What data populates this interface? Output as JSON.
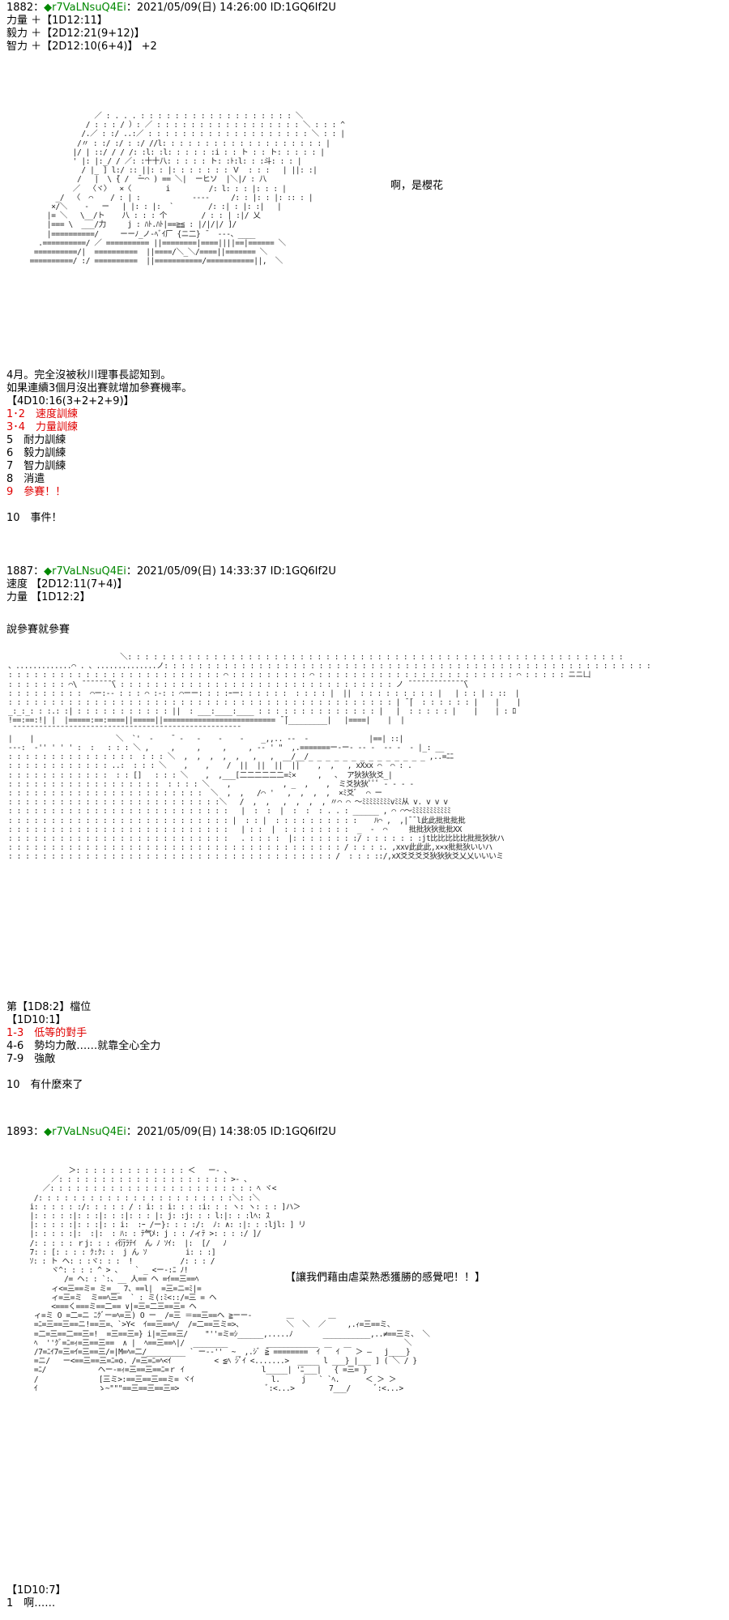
{
  "post1": {
    "header_num": "1882",
    "header_sep": "：",
    "header_trip": "◆r7VaLNsuQ4Ei",
    "header_meta": "：2021/05/09(日) 14:26:00 ID:1GQ6If2U",
    "stats": [
      "力量 ＋【1D12:11】",
      "毅力 ＋【2D12:21(9+12)】",
      "智力 ＋【2D12:10(6+4)】 +2"
    ],
    "speech": "啊，是櫻花",
    "body": [
      "4月。完全沒被秋川理事長認知到。",
      "如果連續3個月沒出賽就增加參賽機率。",
      "【4D10:16(3+2+2+9)】"
    ],
    "options": [
      {
        "text": "1･2　速度訓練",
        "red": true
      },
      {
        "text": "3･4　力量訓練",
        "red": true
      },
      {
        "text": "5　耐力訓練",
        "red": false
      },
      {
        "text": "6　毅力訓練",
        "red": false
      },
      {
        "text": "7　智力訓練",
        "red": false
      },
      {
        "text": "8　消遣",
        "red": false
      },
      {
        "text": "9　參賽！！",
        "red": true
      }
    ],
    "event": "10　事件！"
  },
  "post2": {
    "header_num": "1887",
    "header_sep": "：",
    "header_trip": "◆r7VaLNsuQ4Ei",
    "header_meta": "：2021/05/09(日) 14:33:37 ID:1GQ6If2U",
    "stats": [
      "速度 【2D12:11(7+4)】",
      "力量 【1D12:2】"
    ],
    "line": "說參賽就參賽",
    "rank": "第【1D8:2】檔位",
    "roll": "【1D10:1】",
    "options": [
      {
        "text": "1-3　低等的對手",
        "red": true
      },
      {
        "text": "4-6　勢均力敵……就靠全心全力",
        "red": false
      },
      {
        "text": "7-9　強敵",
        "red": false
      }
    ],
    "event": "10　有什麼來了"
  },
  "post3": {
    "header_num": "1893",
    "header_sep": "：",
    "header_trip": "◆r7VaLNsuQ4Ei",
    "header_meta": "：2021/05/09(日) 14:38:05 ID:1GQ6If2U",
    "speech": "【讓我們藉由虐菜熟悉獲勝的感覺吧！！】",
    "roll": "【1D10:7】",
    "option1": "1　啊……"
  }
}
